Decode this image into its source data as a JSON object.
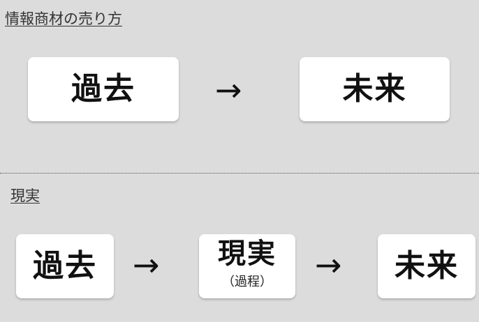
{
  "sections": [
    {
      "heading": "情報商材の売り方",
      "nodes": [
        {
          "label": "過去"
        },
        {
          "label": "未来"
        }
      ],
      "arrows": [
        "→"
      ]
    },
    {
      "heading": "現実",
      "nodes": [
        {
          "label": "過去"
        },
        {
          "label": "現実",
          "sub": "（過程）"
        },
        {
          "label": "未来"
        }
      ],
      "arrows": [
        "→",
        "→"
      ]
    }
  ],
  "colors": {
    "background": "#dcdcdc",
    "card": "#ffffff",
    "text": "#111111",
    "divider": "#555555"
  }
}
